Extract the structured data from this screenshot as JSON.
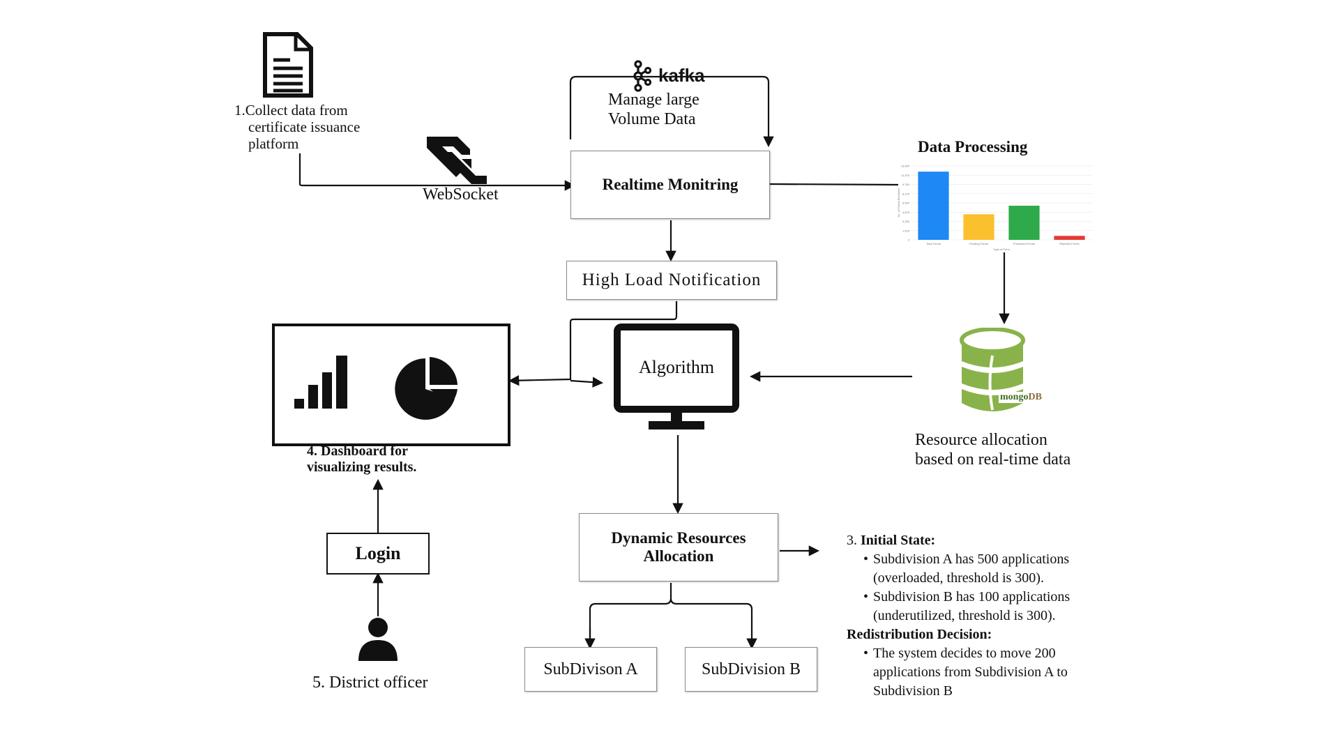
{
  "kafka": {
    "brand": "kafka",
    "label_line1": "Manage large",
    "label_line2": "Volume Data"
  },
  "step1": {
    "number": "1.",
    "line1": "Collect data from",
    "line2": "certificate issuance",
    "line3": "platform"
  },
  "websocket": {
    "label": "WebSocket"
  },
  "realtime": {
    "label": "Realtime Monitring"
  },
  "high_load": {
    "label": "High Load Notification"
  },
  "data_processing": {
    "title": "Data Processing"
  },
  "algorithm": {
    "label": "Algorithm"
  },
  "dashboard": {
    "caption_line1": "4. Dashboard for",
    "caption_line2": "visualizing  results."
  },
  "mongodb": {
    "logo_prefix": "mongo",
    "logo_suffix": "DB"
  },
  "resource_allocation": {
    "line1": "Resource allocation",
    "line2": "based on real-time data"
  },
  "dynamic": {
    "line1": "Dynamic Resources",
    "line2": "Allocation"
  },
  "subdivisions": {
    "a": "SubDivison A",
    "b": "SubDivision B"
  },
  "login": {
    "label": "Login"
  },
  "officer": {
    "label": "5. District officer"
  },
  "initial_state": {
    "number": "3.",
    "heading": "Initial State:",
    "bullets": [
      {
        "line1": "Subdivision A has 500 applications",
        "line2": "(overloaded, threshold is 300)."
      },
      {
        "line1": "Subdivision B has 100 applications",
        "line2": "(underutilized, threshold is 300)."
      }
    ],
    "decision_heading": "Redistribution Decision:",
    "decision_bullets": [
      {
        "line1": "The system decides to move 200",
        "line2": "applications from Subdivision A to",
        "line3": "Subdivision B"
      }
    ]
  },
  "chart_data": {
    "type": "bar",
    "xlabel": "Type of Form",
    "ylabel": "No. of Forms Received",
    "categories": [
      "Total Forms",
      "Pending Forms",
      "Processed Forms",
      "Rejected Forms"
    ],
    "values": [
      12000,
      4500,
      6000,
      700
    ],
    "ylim": [
      0,
      13000
    ],
    "colors": [
      "#1e88f5",
      "#fbc02d",
      "#2eaa4a",
      "#e53935"
    ],
    "grid": true,
    "legend": "none"
  }
}
